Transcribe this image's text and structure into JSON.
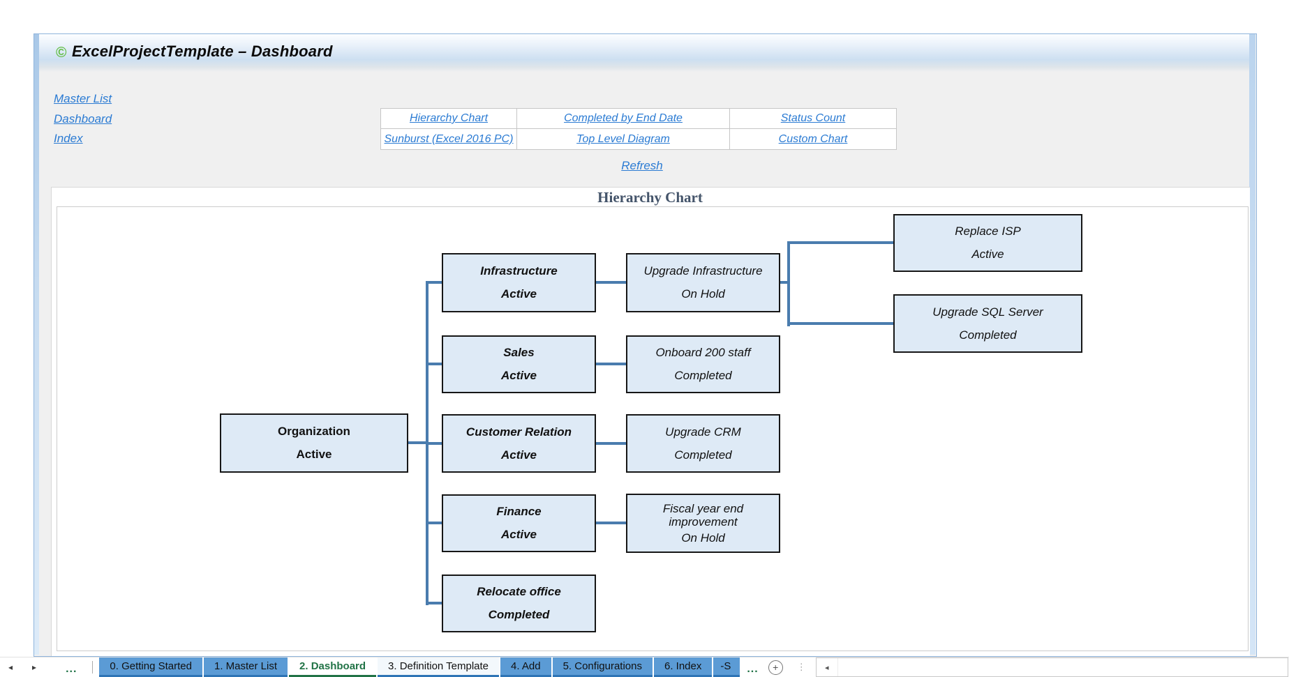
{
  "window": {
    "copyright_icon": "©",
    "title": "ExcelProjectTemplate – Dashboard"
  },
  "nav_links": [
    {
      "label": "Master List"
    },
    {
      "label": "Dashboard"
    },
    {
      "label": "Index"
    }
  ],
  "link_table": {
    "rows": [
      [
        "Hierarchy Chart",
        "Completed by End Date",
        "Status Count"
      ],
      [
        "Sunburst (Excel 2016 PC)",
        "Top Level Diagram",
        "Custom Chart"
      ]
    ]
  },
  "refresh_label": "Refresh",
  "chart_title": "Hierarchy Chart",
  "hierarchy": {
    "root": {
      "name": "Organization",
      "status": "Active"
    },
    "level2": [
      {
        "name": "Infrastructure",
        "status": "Active",
        "parent": "Organization"
      },
      {
        "name": "Sales",
        "status": "Active",
        "parent": "Organization"
      },
      {
        "name": "Customer Relation",
        "status": "Active",
        "parent": "Organization"
      },
      {
        "name": "Finance",
        "status": "Active",
        "parent": "Organization"
      },
      {
        "name": "Relocate office",
        "status": "Completed",
        "parent": "Organization"
      }
    ],
    "level3": [
      {
        "name": "Upgrade Infrastructure",
        "status": "On Hold",
        "parent": "Infrastructure"
      },
      {
        "name": "Onboard 200 staff",
        "status": "Completed",
        "parent": "Sales"
      },
      {
        "name": "Upgrade CRM",
        "status": "Completed",
        "parent": "Customer Relation"
      },
      {
        "name": "Fiscal year end improvement",
        "status": "On Hold",
        "parent": "Finance"
      }
    ],
    "level4": [
      {
        "name": "Replace ISP",
        "status": "Active",
        "parent": "Upgrade Infrastructure"
      },
      {
        "name": "Upgrade SQL Server",
        "status": "Completed",
        "parent": "Upgrade Infrastructure"
      }
    ]
  },
  "sheet_tabs": {
    "prev_icon": "◂",
    "next_icon": "▸",
    "hidden_left_indicator": "...",
    "hidden_right_indicator": "...",
    "tabs": [
      {
        "label": "0. Getting Started",
        "state": "colored"
      },
      {
        "label": "1. Master List",
        "state": "colored"
      },
      {
        "label": "2. Dashboard",
        "state": "active"
      },
      {
        "label": "3. Definition Template",
        "state": "plain"
      },
      {
        "label": "4. Add",
        "state": "colored"
      },
      {
        "label": "5. Configurations",
        "state": "colored"
      },
      {
        "label": "6. Index",
        "state": "colored"
      },
      {
        "label": "-S",
        "state": "colored-clipped"
      }
    ],
    "active_tab": "2. Dashboard",
    "add_sheet_icon": "+",
    "scroll_left_icon": "◂"
  },
  "colors": {
    "tab_blue": "#5B9BD5",
    "active_tab_green": "#217346",
    "hyperlink_blue": "#2B7BD3",
    "connector_blue": "#4A7CAE",
    "node_fill": "#DEEAF6",
    "title_color": "#44546A"
  }
}
